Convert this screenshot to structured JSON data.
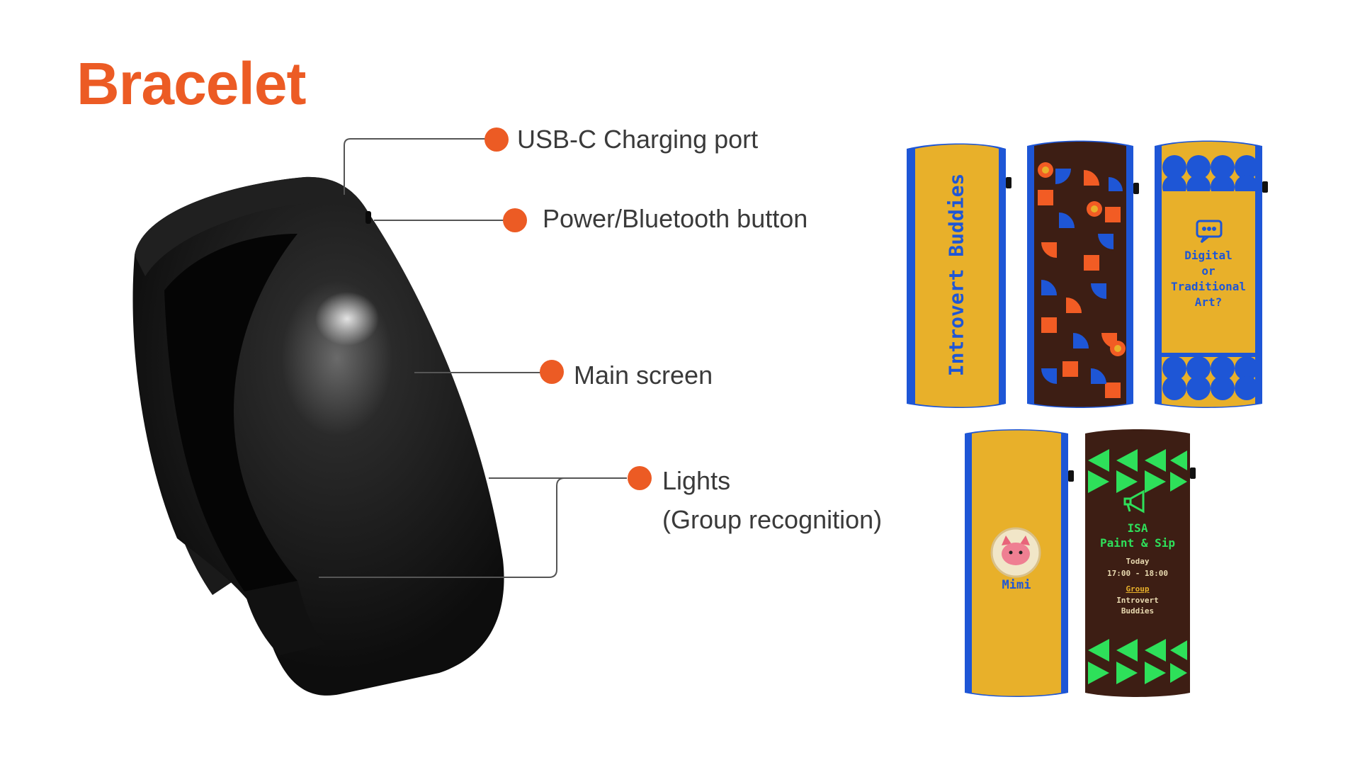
{
  "page": {
    "title": "Bracelet",
    "colors": {
      "accent": "#ec5b24",
      "leader_line": "#555555",
      "label_text": "#3a3a3a"
    }
  },
  "callouts": [
    {
      "id": "usb",
      "label": "USB-C Charging port"
    },
    {
      "id": "power",
      "label": "Power/Bluetooth button"
    },
    {
      "id": "screen",
      "label": "Main screen"
    },
    {
      "id": "lights",
      "label": "Lights",
      "sublabel": "(Group recognition)"
    }
  ],
  "bands": {
    "colors": {
      "yellow": "#e8b02a",
      "blue": "#1e56d6",
      "brown": "#3d1e14",
      "orange": "#f25c24",
      "green": "#2ee05a"
    },
    "band1": {
      "text": "Introvert Buddies"
    },
    "band2": {
      "pattern": "geometric"
    },
    "band3": {
      "icon": "chat-bubble-icon",
      "lines": [
        "Digital",
        "or",
        "Traditional",
        "Art?"
      ]
    },
    "band4": {
      "icon": "cat-avatar-icon",
      "name": "Mimi"
    },
    "band5": {
      "icon": "megaphone-icon",
      "title_line1": "ISA",
      "title_line2": "Paint & Sip",
      "day": "Today",
      "time": "17:00 - 18:00",
      "group_label": "Group",
      "group_line1": "Introvert",
      "group_line2": "Buddies"
    }
  }
}
